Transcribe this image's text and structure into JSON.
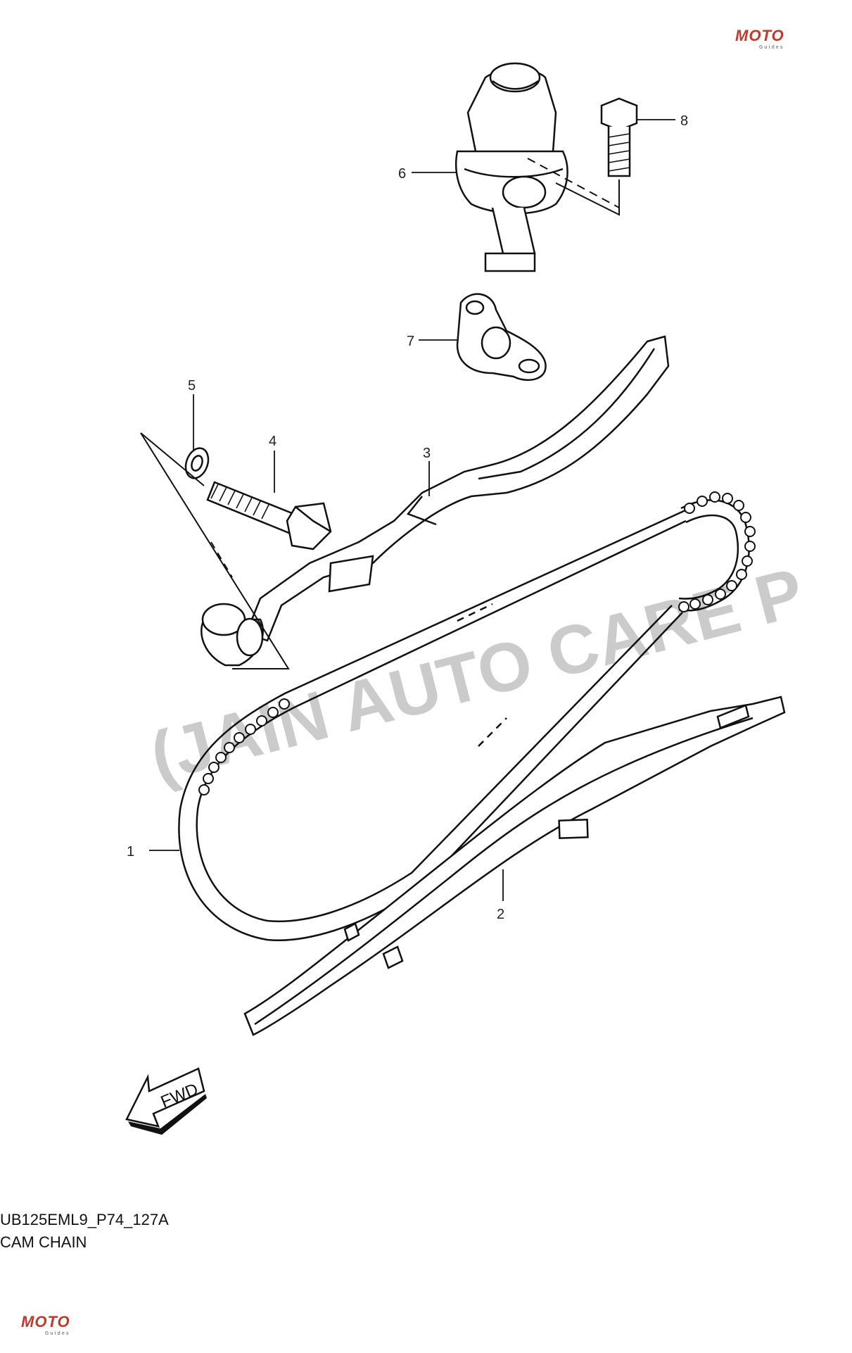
{
  "diagram": {
    "callouts": {
      "p1": "1",
      "p2": "2",
      "p3": "3",
      "p4": "4",
      "p5": "5",
      "p6": "6",
      "p7": "7",
      "p8": "8"
    },
    "direction_label": "FWD",
    "caption_code": "UB125EML9_P74_127A",
    "caption_title": "CAM CHAIN",
    "watermark": "(JAIN AUTO CARE P",
    "logo_text": "MOTO",
    "logo_sub": "Guides"
  }
}
